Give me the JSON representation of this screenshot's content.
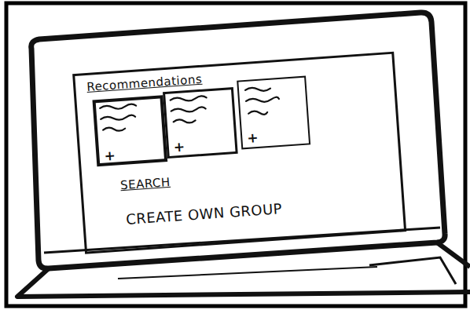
{
  "diagram": {
    "nodes": [
      {
        "text": [
          "Recommendations",
          "SEARCH",
          "CREATE OWN GROUP"
        ]
      },
      {
        "text": [
          "+"
        ],
        "in": 0
      },
      {
        "text": [
          "+"
        ],
        "in": 0
      },
      {
        "text": [
          "+"
        ],
        "in": 0
      }
    ]
  }
}
